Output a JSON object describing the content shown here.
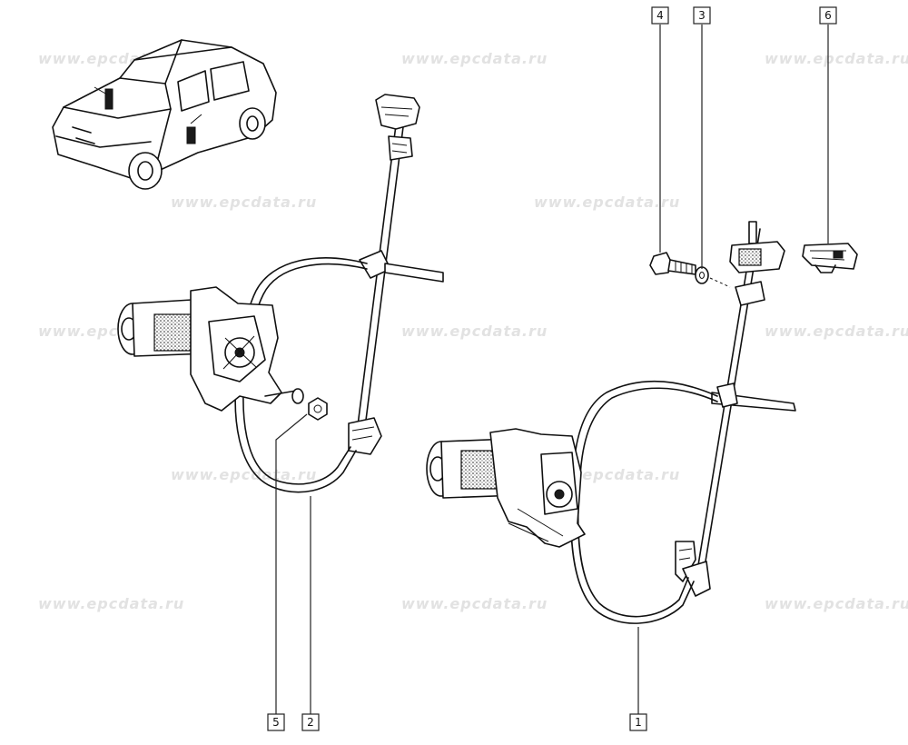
{
  "watermark": {
    "text": "www.epcdata.ru"
  },
  "callouts": [
    {
      "id": "c1",
      "number": "1"
    },
    {
      "id": "c2",
      "number": "2"
    },
    {
      "id": "c3",
      "number": "3"
    },
    {
      "id": "c4",
      "number": "4"
    },
    {
      "id": "c5",
      "number": "5"
    },
    {
      "id": "c6",
      "number": "6"
    }
  ]
}
